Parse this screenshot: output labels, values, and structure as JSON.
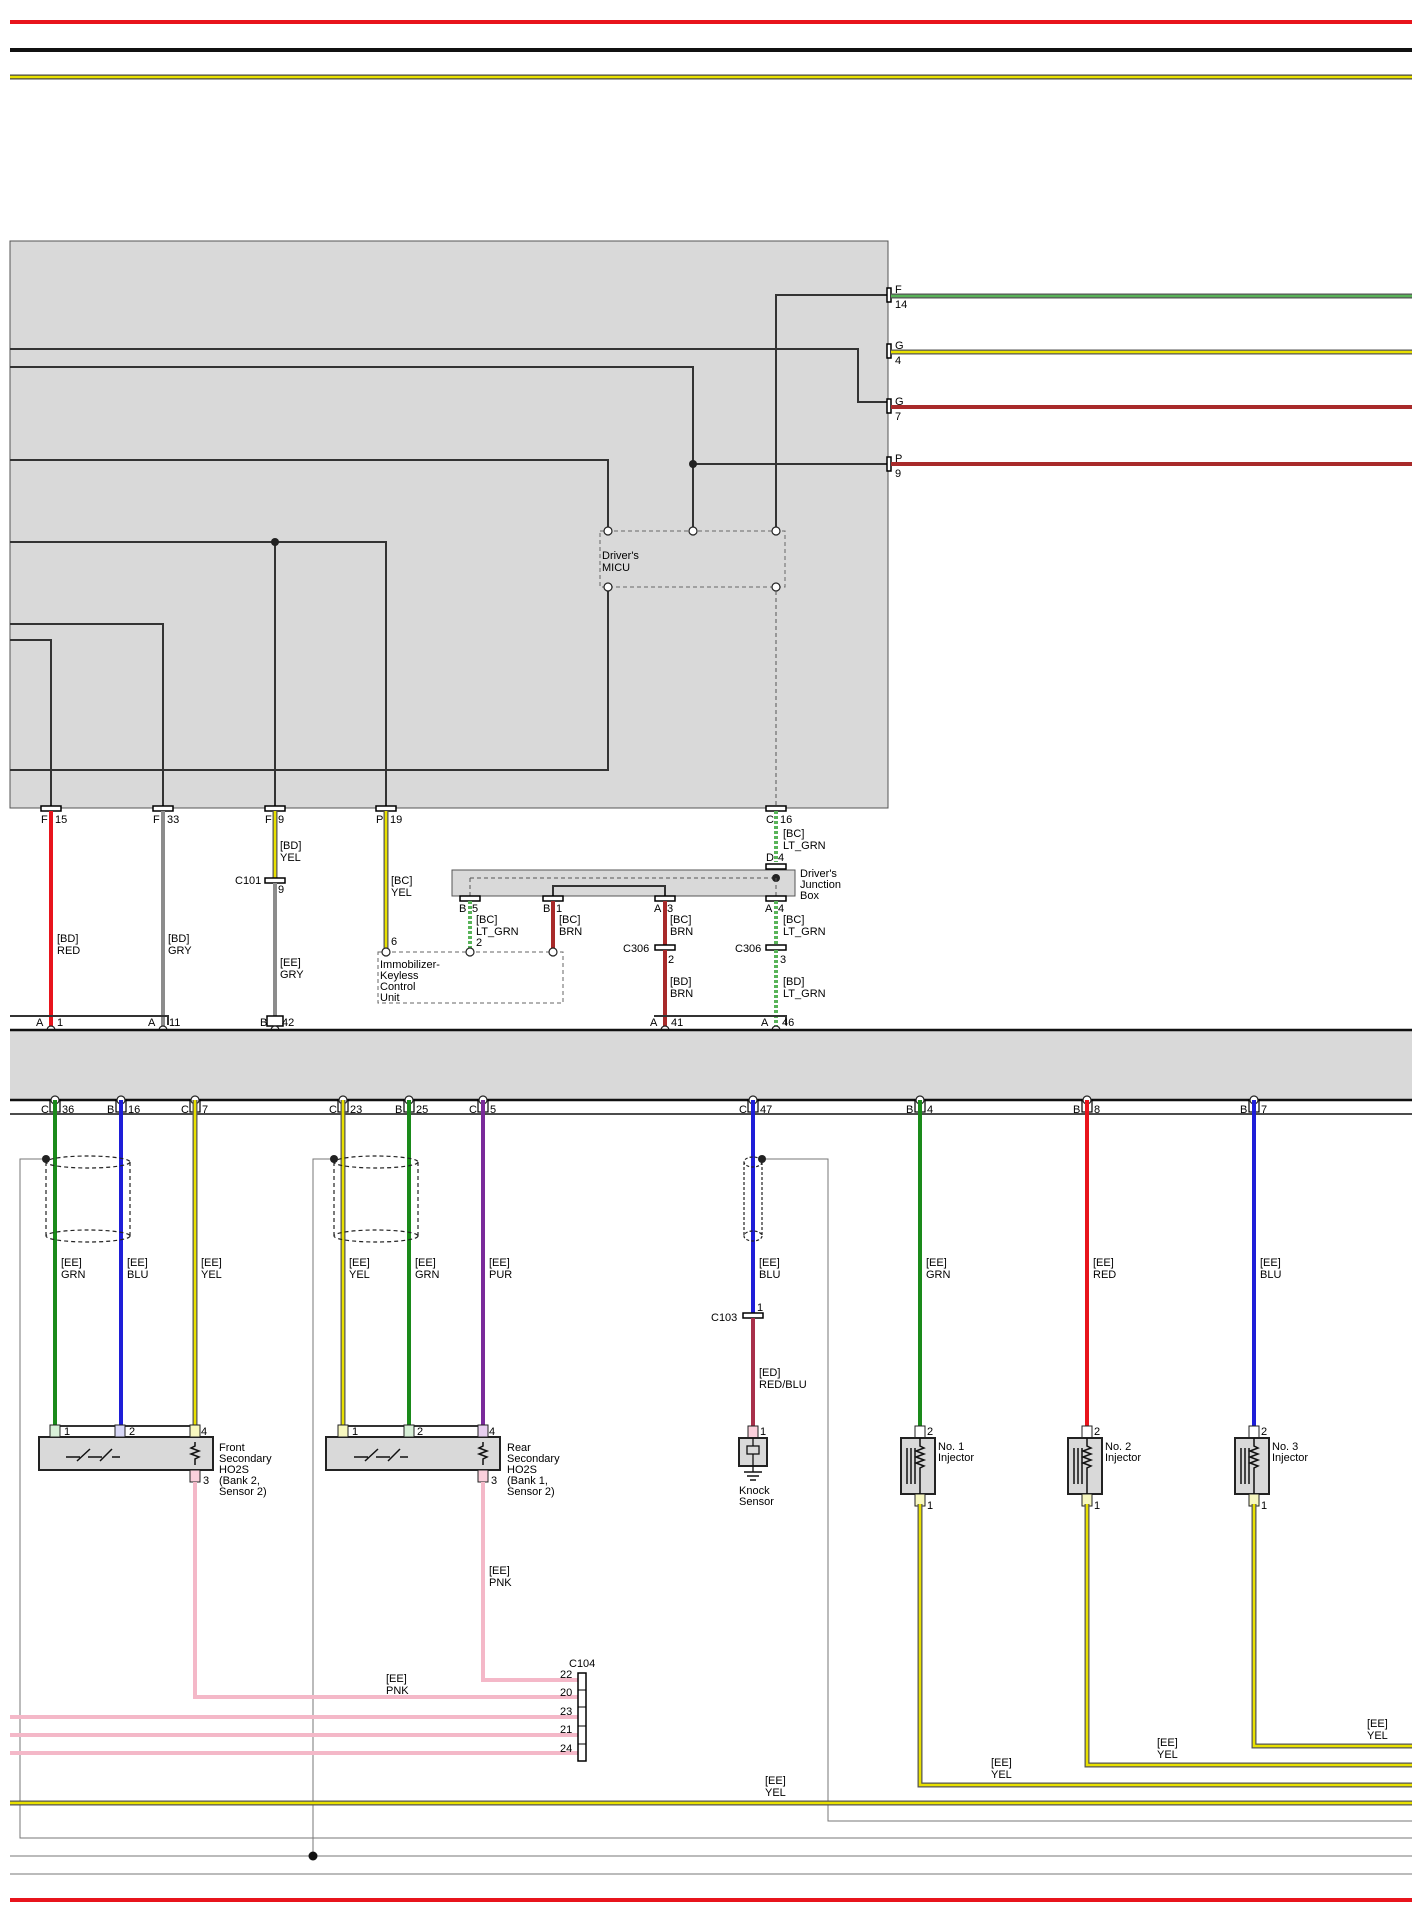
{
  "colors": {
    "RED": "#e8141c",
    "GRY": "#8c8c8c",
    "YEL": "#e8e000",
    "GRN": "#1a8a1a",
    "LT_GRN": "#58b358",
    "BLU": "#1e1ed8",
    "BRN": "#a82a2a",
    "PUR": "#7a2a9a",
    "PNK": "#f4b8c8",
    "REDBLU": "#a8304a",
    "BLK": "#333333",
    "module_fill": "#d9d9d9",
    "border_red": "#e8141c"
  },
  "top_connectors": [
    {
      "letter": "F",
      "pin": "14",
      "color": "GRN"
    },
    {
      "letter": "G",
      "pin": "4",
      "color": "YEL"
    },
    {
      "letter": "G",
      "pin": "7",
      "color": "BRN"
    },
    {
      "letter": "P",
      "pin": "9",
      "color": "BRN"
    }
  ],
  "micu": {
    "line1": "Driver's",
    "line2": "MICU"
  },
  "bottom_connectors": [
    {
      "letter": "F",
      "pin": "15"
    },
    {
      "letter": "F",
      "pin": "33"
    },
    {
      "letter": "F",
      "pin": "9"
    },
    {
      "letter": "P",
      "pin": "19"
    },
    {
      "letter": "C",
      "pin": "16"
    }
  ],
  "upper_wires": {
    "red": {
      "harness": "[BD]",
      "color": "RED"
    },
    "gry": {
      "harness": "[BD]",
      "color": "GRY"
    },
    "yel1": {
      "harness": "[BD]",
      "color": "YEL"
    },
    "gry2": {
      "harness": "[EE]",
      "color": "GRY"
    },
    "yel2": {
      "harness": "[BC]",
      "color": "YEL"
    },
    "ltgrn1": {
      "harness": "[BC]",
      "color": "LT_GRN"
    },
    "ltgrn2": {
      "harness": "[BC]",
      "color": "LT_GRN"
    },
    "brn1": {
      "harness": "[BC]",
      "color": "BRN"
    },
    "brn2": {
      "harness": "[BC]",
      "color": "BRN"
    },
    "ltgrn3": {
      "harness": "[BC]",
      "color": "LT_GRN"
    },
    "brn3": {
      "harness": "[BD]",
      "color": "BRN"
    },
    "ltgrn4": {
      "harness": "[BD]",
      "color": "LT_GRN"
    }
  },
  "inline_connectors": {
    "c101": "C101",
    "c101_pin": "9",
    "c306_a": "C306",
    "c306_a_pin": "2",
    "c306_b": "C306",
    "c306_b_pin": "3",
    "d4": "D",
    "d4_pin": "4",
    "b5": "B",
    "b5_pin": "5",
    "b1": "B",
    "b1_pin": "1",
    "a3": "A",
    "a3_pin": "3",
    "a4": "A",
    "a4_pin": "4",
    "imm_pin2": "2",
    "imm_pin6": "6"
  },
  "junction_box": {
    "line1": "Driver's",
    "line2": "Junction",
    "line3": "Box"
  },
  "immobilizer": {
    "line1": "Immobilizer-",
    "line2": "Keyless",
    "line3": "Control",
    "line4": "Unit"
  },
  "pcm_top_pins": [
    {
      "letter": "A",
      "pin": "1"
    },
    {
      "letter": "A",
      "pin": "11"
    },
    {
      "letter": "B",
      "pin": "42"
    },
    {
      "letter": "A",
      "pin": "41"
    },
    {
      "letter": "A",
      "pin": "46"
    }
  ],
  "pcm_bottom_pins": [
    {
      "letter": "C",
      "pin": "36"
    },
    {
      "letter": "B",
      "pin": "16"
    },
    {
      "letter": "C",
      "pin": "7"
    },
    {
      "letter": "C",
      "pin": "23"
    },
    {
      "letter": "B",
      "pin": "25"
    },
    {
      "letter": "C",
      "pin": "5"
    },
    {
      "letter": "C",
      "pin": "47"
    },
    {
      "letter": "B",
      "pin": "4"
    },
    {
      "letter": "B",
      "pin": "8"
    },
    {
      "letter": "B",
      "pin": "7"
    }
  ],
  "lower_wires": [
    {
      "harness": "[EE]",
      "color": "GRN"
    },
    {
      "harness": "[EE]",
      "color": "BLU"
    },
    {
      "harness": "[EE]",
      "color": "YEL"
    },
    {
      "harness": "[EE]",
      "color": "YEL"
    },
    {
      "harness": "[EE]",
      "color": "GRN"
    },
    {
      "harness": "[EE]",
      "color": "PUR"
    },
    {
      "harness": "[EE]",
      "color": "BLU"
    },
    {
      "harness": "[EE]",
      "color": "GRN"
    },
    {
      "harness": "[EE]",
      "color": "RED"
    },
    {
      "harness": "[EE]",
      "color": "BLU"
    }
  ],
  "c103": {
    "name": "C103",
    "pin": "1",
    "harness": "[ED]",
    "color": "RED/BLU"
  },
  "front_ho2s": {
    "line1": "Front",
    "line2": "Secondary",
    "line3": "HO2S",
    "line4": "(Bank 2,",
    "line5": "Sensor 2)",
    "pin1": "1",
    "pin2": "2",
    "pin3": "3",
    "pin4": "4"
  },
  "rear_ho2s": {
    "line1": "Rear",
    "line2": "Secondary",
    "line3": "HO2S",
    "line4": "(Bank 1,",
    "line5": "Sensor 2)",
    "pin1": "1",
    "pin2": "2",
    "pin3": "3",
    "pin4": "4"
  },
  "knock": {
    "line1": "Knock",
    "line2": "Sensor",
    "pin": "1"
  },
  "injectors": [
    {
      "line1": "No. 1",
      "line2": "Injector",
      "pin_top": "2",
      "pin_bot": "1"
    },
    {
      "line1": "No. 2",
      "line2": "Injector",
      "pin_top": "2",
      "pin_bot": "1"
    },
    {
      "line1": "No. 3",
      "line2": "Injector",
      "pin_top": "2",
      "pin_bot": "1"
    }
  ],
  "pnk_wires": [
    {
      "harness": "[EE]",
      "color": "PNK"
    },
    {
      "harness": "[EE]",
      "color": "PNK"
    }
  ],
  "c104": {
    "name": "C104",
    "pins": [
      "22",
      "20",
      "23",
      "21",
      "24"
    ]
  },
  "yel_bus": [
    {
      "harness": "[EE]",
      "color": "YEL"
    },
    {
      "harness": "[EE]",
      "color": "YEL"
    },
    {
      "harness": "[EE]",
      "color": "YEL"
    },
    {
      "harness": "[EE]",
      "color": "YEL"
    }
  ]
}
